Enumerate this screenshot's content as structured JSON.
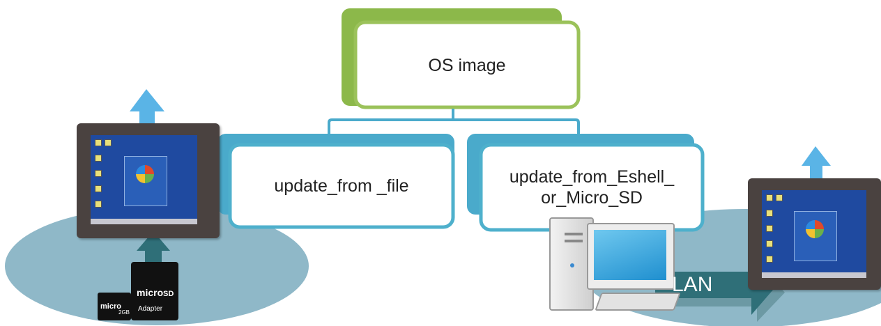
{
  "diagram": {
    "root": {
      "label": "OS image"
    },
    "children": [
      {
        "label": "update_from _file"
      },
      {
        "label": "update_from_Eshell_\nor_Micro_SD"
      }
    ],
    "lan_label": "LAN"
  },
  "colors": {
    "root_fill": "#8cb84a",
    "root_border": "#9bc25a",
    "child_fill": "#4aaacb",
    "child_border": "#4eb0cc",
    "connector": "#4aaacb",
    "text_box_fill": "#eef5fa",
    "ellipse_fill": "#8fb8c8",
    "arrow_fill": "#5ab4e6",
    "lan_arrow_fill": "#2f6f78"
  },
  "sd_card": {
    "micro_label": "micro",
    "sd_label": "SD",
    "adapter_label": "Adapter",
    "capacity_label": "2GB"
  }
}
